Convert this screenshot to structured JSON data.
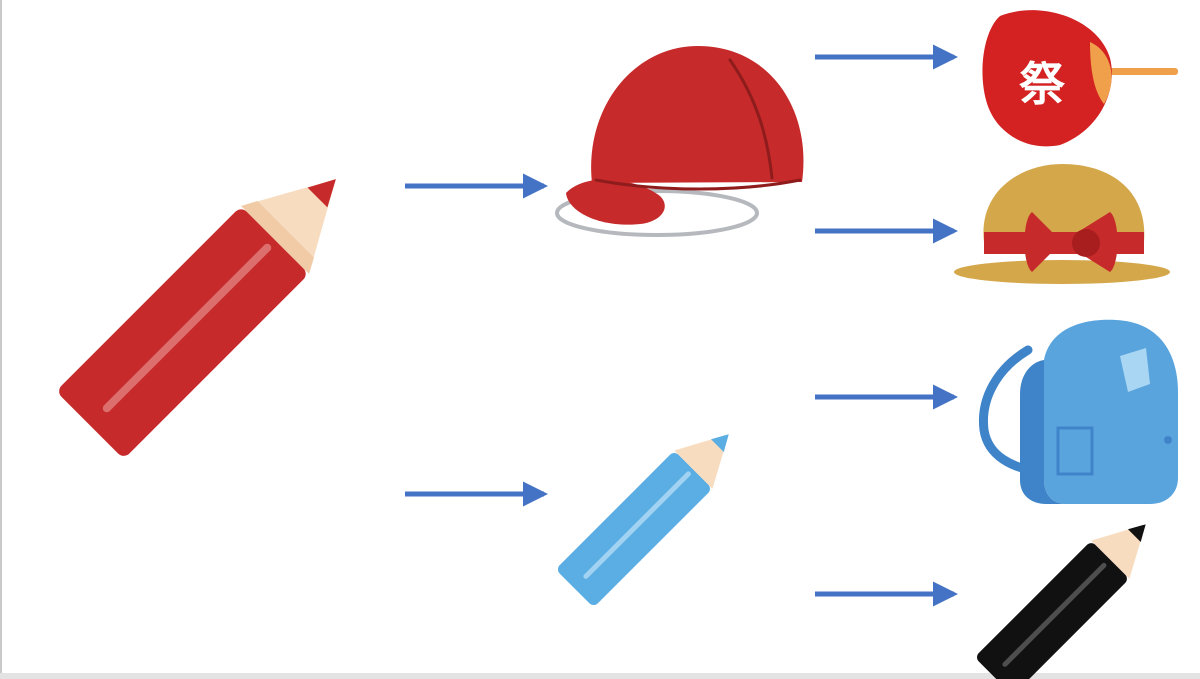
{
  "diagram": {
    "nodes": [
      {
        "id": "red-pencil",
        "icon": "red-pencil-icon",
        "color": "#c62a2a"
      },
      {
        "id": "red-cap",
        "icon": "red-cap-icon",
        "color": "#c62a2a"
      },
      {
        "id": "blue-pencil",
        "icon": "blue-pencil-icon",
        "color": "#5aaee3"
      },
      {
        "id": "festival-fan",
        "icon": "festival-fan-icon",
        "color": "#d42222",
        "text": "祭"
      },
      {
        "id": "straw-hat",
        "icon": "straw-hat-icon",
        "color": "#d4a74a"
      },
      {
        "id": "blue-randoseru",
        "icon": "randoseru-icon",
        "color": "#5aa4de"
      },
      {
        "id": "black-pencil",
        "icon": "black-pencil-icon",
        "color": "#111111"
      }
    ],
    "edges": [
      {
        "from": "red-pencil",
        "to": "red-cap"
      },
      {
        "from": "red-pencil",
        "to": "blue-pencil"
      },
      {
        "from": "red-cap",
        "to": "festival-fan"
      },
      {
        "from": "red-cap",
        "to": "straw-hat"
      },
      {
        "from": "blue-pencil",
        "to": "blue-randoseru"
      },
      {
        "from": "blue-pencil",
        "to": "black-pencil"
      }
    ],
    "arrow_color": "#4472c4"
  }
}
